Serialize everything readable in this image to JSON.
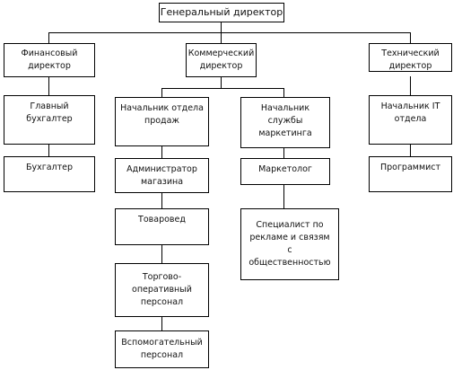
{
  "chart_data": {
    "type": "orgchart",
    "nodes": [
      {
        "id": "gd",
        "label": "Генеральный директор"
      },
      {
        "id": "fd",
        "label": "Финансовый\nдиректор",
        "parent": "gd"
      },
      {
        "id": "kd",
        "label": "Коммерческий\nдиректор",
        "parent": "gd"
      },
      {
        "id": "td",
        "label": "Технический\nдиректор",
        "parent": "gd"
      },
      {
        "id": "gb",
        "label": "Главный\nбухгалтер",
        "parent": "fd"
      },
      {
        "id": "bh",
        "label": "Бухгалтер",
        "parent": "gb"
      },
      {
        "id": "nop",
        "label": "Начальник отдела\nпродаж",
        "parent": "kd"
      },
      {
        "id": "nsm",
        "label": "Начальник\nслужбы\nмаркетинга",
        "parent": "kd"
      },
      {
        "id": "am",
        "label": "Администратор\nмагазина",
        "parent": "nop"
      },
      {
        "id": "tv",
        "label": "Товаровед",
        "parent": "am"
      },
      {
        "id": "top",
        "label": "Торгово-\nоперативный\nперсонал",
        "parent": "tv"
      },
      {
        "id": "vp",
        "label": "Вспомогательный\nперсонал",
        "parent": "top"
      },
      {
        "id": "mk",
        "label": "Маркетолог",
        "parent": "nsm"
      },
      {
        "id": "spr",
        "label": "Специалист по\nрекламе и связям\nс\nобщественностью",
        "parent": "mk"
      },
      {
        "id": "nit",
        "label": "Начальник IT\nотдела",
        "parent": "td"
      },
      {
        "id": "pr",
        "label": "Программист",
        "parent": "nit"
      }
    ]
  }
}
